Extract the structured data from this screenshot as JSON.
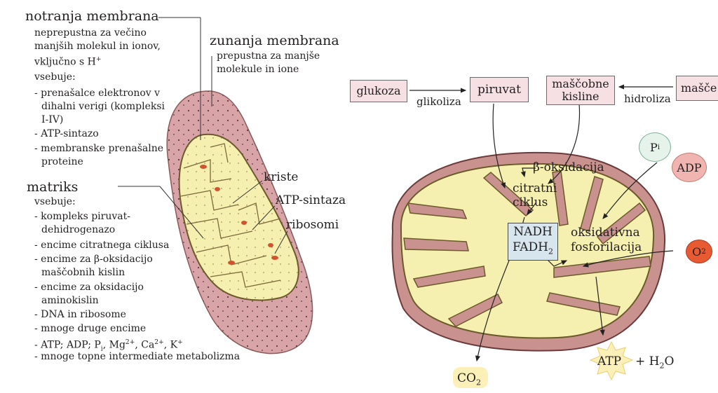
{
  "left": {
    "inner_membrane_title": "notranja membrana",
    "inner_membrane_lines": [
      "neprepustna za večino",
      "manjših molekul in ionov,",
      "vključno s H",
      "vsebuje:",
      "- prenašalce elektronov v",
      "dihalni verigi (kompleksi",
      "I-IV)",
      "- ATP-sintazo",
      "- membranske prenašalne",
      "proteine"
    ],
    "h_plus_sup": "+",
    "outer_membrane_title": "zunanja membrana",
    "outer_membrane_lines": [
      "prepustna za manjše",
      "molekule in ione"
    ],
    "matrix_title": "matriks",
    "matrix_lines": [
      "vsebuje:",
      "- kompleks piruvat-",
      "dehidrogenazo",
      "- encime citratnega ciklusa",
      "- encime za β-oksidacijo",
      "maščobnih kislin",
      "- encime za oksidacijo",
      "aminokislin",
      "- DNA in ribosome",
      "- mnoge druge encime"
    ],
    "ions_line": {
      "prefix": "- ATP; ADP; P",
      "pi_sub": "i",
      "mg": ", Mg",
      "mg_sup": "2+",
      "ca": ", Ca",
      "ca_sup": "2+",
      "k": ", K",
      "k_sup": "+"
    },
    "last_line": "- mnoge topne intermediate metabolizma",
    "cristae": "kriste",
    "atp_synthase": "ATP-sintaza",
    "ribosomes": "ribosomi"
  },
  "right": {
    "glucose": "glukoza",
    "glycolysis": "glikoliza",
    "pyruvate": "piruvat",
    "fatty_acids_1": "maščobne",
    "fatty_acids_2": "kisline",
    "hydrolysis": "hidroliza",
    "fats": "mašče",
    "beta_ox": "β-oksidacija",
    "citric_1": "citratni",
    "citric_2": "ciklus",
    "nadh": "NADH",
    "fadh": "FADH",
    "fadh_sub": "2",
    "oxphos_1": "oksidativna",
    "oxphos_2": "fosforilacija",
    "pi": "P",
    "pi_sub": "i",
    "adp": "ADP",
    "o2": "O",
    "o2_sub": "2",
    "co2": "CO",
    "co2_sub": "2",
    "atp": "ATP",
    "h2o": "+ H",
    "h2o_sub": "2",
    "h2o_tail": "O"
  },
  "colors": {
    "outer_membrane": "#d9a4a8",
    "matrix": "#f5efb0",
    "label_box": "#f7e0e4",
    "nadh_box": "#d7e6ee",
    "adp_circle": "#f0b5b0",
    "pi_circle": "#e5f3ea",
    "o2_circle": "#e85a32"
  }
}
